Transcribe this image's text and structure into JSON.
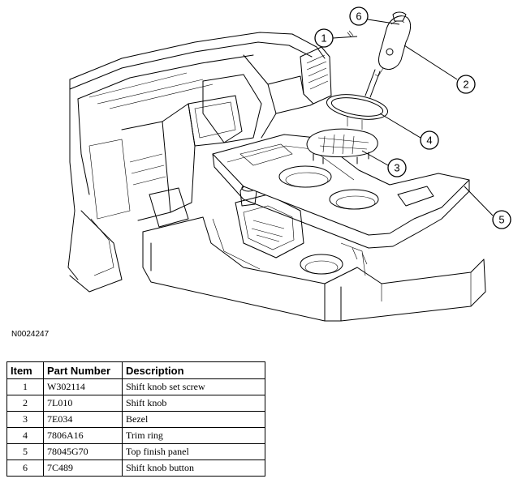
{
  "figure": {
    "id": "N0024247",
    "callouts": [
      "1",
      "2",
      "3",
      "4",
      "5",
      "6"
    ]
  },
  "table": {
    "headers": [
      "Item",
      "Part Number",
      "Description"
    ],
    "rows": [
      {
        "item": "1",
        "part_number": "W302114",
        "description": "Shift knob set screw"
      },
      {
        "item": "2",
        "part_number": "7L010",
        "description": "Shift knob"
      },
      {
        "item": "3",
        "part_number": "7E034",
        "description": "Bezel"
      },
      {
        "item": "4",
        "part_number": "7806A16",
        "description": "Trim ring"
      },
      {
        "item": "5",
        "part_number": "78045G70",
        "description": "Top finish panel"
      },
      {
        "item": "6",
        "part_number": "7C489",
        "description": "Shift knob button"
      }
    ]
  }
}
